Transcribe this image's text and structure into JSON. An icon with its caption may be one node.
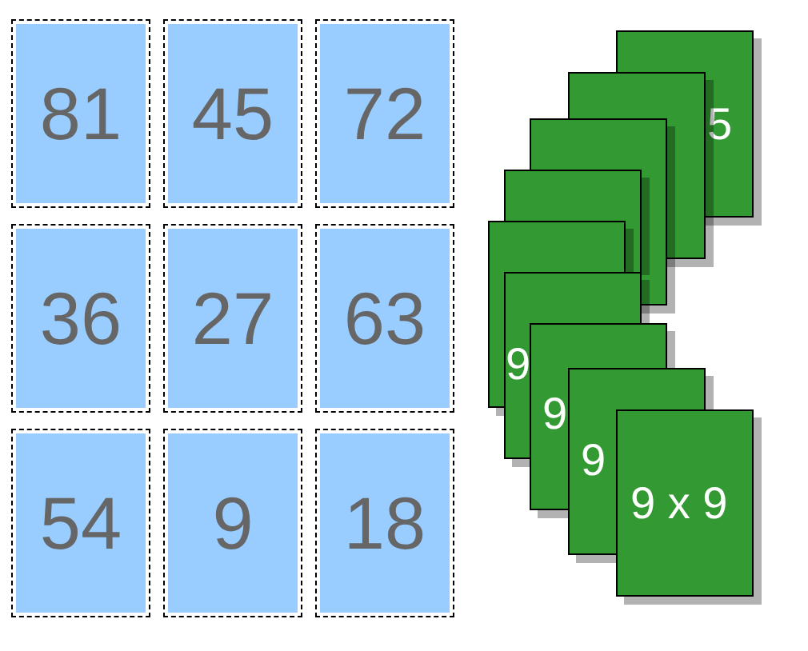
{
  "diagram": {
    "nodes": [
      {
        "text": [
          "81"
        ]
      },
      {
        "text": [
          "45"
        ]
      },
      {
        "text": [
          "72"
        ]
      },
      {
        "text": [
          "36"
        ]
      },
      {
        "text": [
          "27"
        ]
      },
      {
        "text": [
          "63"
        ]
      },
      {
        "text": [
          "54"
        ]
      },
      {
        "text": [
          "9"
        ]
      },
      {
        "text": [
          "18"
        ]
      },
      {
        "text": [
          "5"
        ]
      },
      {
        "text": [],
        "shape": "box"
      },
      {
        "text": [],
        "shape": "box"
      },
      {
        "text": [],
        "shape": "box"
      },
      {
        "text": [],
        "shape": "box"
      },
      {
        "text": [
          "9"
        ]
      },
      {
        "text": [
          "9"
        ]
      },
      {
        "text": [
          "9"
        ]
      },
      {
        "text": [
          "9 x 9"
        ]
      }
    ]
  }
}
